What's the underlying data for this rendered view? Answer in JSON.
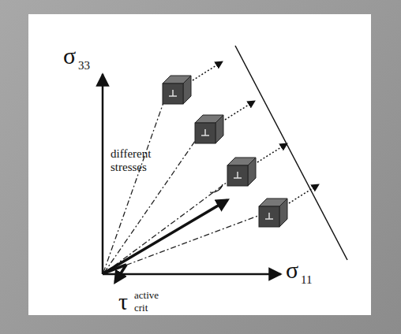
{
  "diagram": {
    "labels": [
      "σ",
      "33",
      "σ",
      "11",
      "different stresses",
      "τ",
      "active",
      "crit"
    ]
  }
}
